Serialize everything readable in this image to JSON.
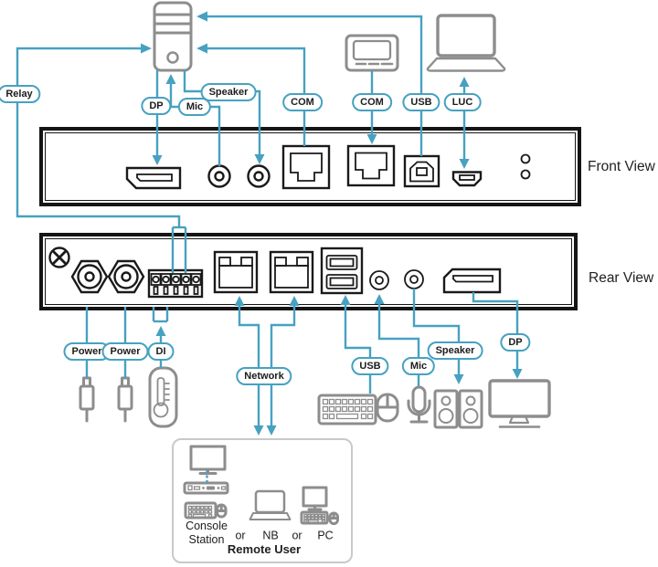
{
  "colors": {
    "line": "#47a1c1",
    "panel": "#151515",
    "port": "#1a1a1a",
    "icon": "#8d8d8d",
    "pill_text": "#1c1c1c",
    "text": "#202020",
    "box_border": "#c9c9c9"
  },
  "pills": {
    "relay": "Relay",
    "dp_top": "DP",
    "mic_top": "Mic",
    "speaker_top": "Speaker",
    "com_left": "COM",
    "com_right": "COM",
    "usb_top": "USB",
    "luc": "LUC",
    "power_1": "Power",
    "power_2": "Power",
    "di": "DI",
    "network": "Network",
    "usb_bottom": "USB",
    "mic_bottom": "Mic",
    "speaker_bottom": "Speaker",
    "dp_bottom": "DP"
  },
  "views": {
    "front": "Front View",
    "rear": "Rear View"
  },
  "remote_user_box": {
    "console_station": "Console\nStation",
    "or_1": "or",
    "nb": "NB",
    "or_2": "or",
    "pc": "PC",
    "title": "Remote User"
  },
  "icons": [
    "pc-tower-icon",
    "serial-device-icon",
    "laptop-icon",
    "displayport-port-icon",
    "mic-jack-icon",
    "speaker-jack-icon",
    "rj45-port-icon",
    "usb-b-port-icon",
    "mini-port-icon",
    "led-icon",
    "screw-icon",
    "power-jack-icon",
    "terminal-block-icon",
    "network-port-icon",
    "usb-a-ports-icon",
    "dc-plug-icon",
    "thermometer-sensor-icon",
    "keyboard-icon",
    "mouse-icon",
    "microphone-icon",
    "speakers-icon",
    "monitor-icon",
    "console-station-icon",
    "notebook-icon",
    "desktop-pc-icon"
  ]
}
